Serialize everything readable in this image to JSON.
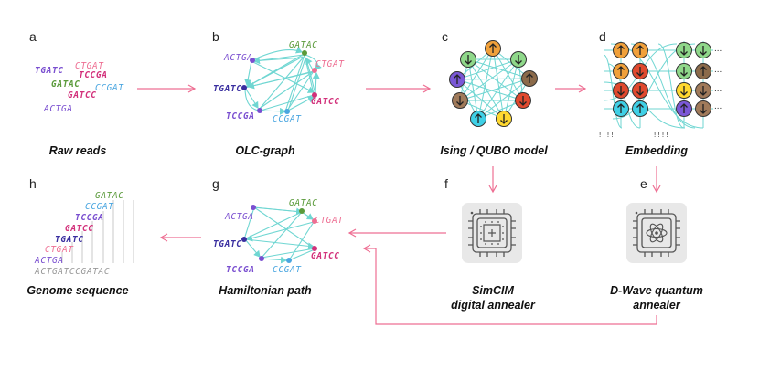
{
  "colors": {
    "accent_arrow": "#ee6f93",
    "edge": "#6fd6d2",
    "read_pink": "#ee6f93",
    "read_blue": "#4aa6e0",
    "read_purple": "#7a4fd0",
    "read_green": "#5a9a3a",
    "read_magenta": "#d2307a",
    "read_gray": "#999999"
  },
  "panels": {
    "a": {
      "label": "a",
      "caption": "Raw reads",
      "reads": [
        "CTGAT",
        "TGATC",
        "TCCGA",
        "GATAC",
        "CCGAT",
        "GATCC",
        "ACTGA"
      ]
    },
    "b": {
      "label": "b",
      "caption": "OLC-graph",
      "nodes": [
        "GATAC",
        "CTGAT",
        "ACTGA",
        "TGATC",
        "GATCC",
        "TCCGA",
        "CCGAT"
      ]
    },
    "c": {
      "label": "c",
      "caption": "Ising / QUBO model"
    },
    "d": {
      "label": "d",
      "caption": "Embedding"
    },
    "e": {
      "label": "e",
      "caption_line1": "D-Wave quantum",
      "caption_line2": "annealer"
    },
    "f": {
      "label": "f",
      "caption_line1": "SimCIM",
      "caption_line2": "digital annealer"
    },
    "g": {
      "label": "g",
      "caption": "Hamiltonian path",
      "nodes": [
        "GATAC",
        "CTGAT",
        "ACTGA",
        "TGATC",
        "GATCC",
        "TCCGA",
        "CCGAT"
      ]
    },
    "h": {
      "label": "h",
      "caption": "Genome sequence",
      "rows": [
        "GATAC",
        "CCGAT",
        "TCCGA",
        "GATCC",
        "TGATC",
        "CTGAT",
        "ACTGA"
      ],
      "assembled": "ACTGATCCGATAC"
    }
  }
}
